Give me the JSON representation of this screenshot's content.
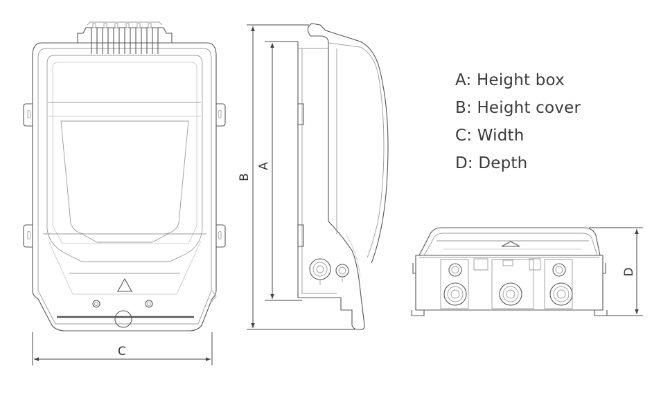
{
  "legend": {
    "items": [
      {
        "key": "A",
        "label": "A: Height box"
      },
      {
        "key": "B",
        "label": "B: Height cover"
      },
      {
        "key": "C",
        "label": "C: Width"
      },
      {
        "key": "D",
        "label": "D: Depth"
      }
    ]
  },
  "dimension_labels": {
    "a": "A",
    "b": "B",
    "c": "C",
    "d": "D"
  },
  "colors": {
    "line": "#555555",
    "light_line": "#9a9a9a",
    "text": "#3a3a3a"
  }
}
